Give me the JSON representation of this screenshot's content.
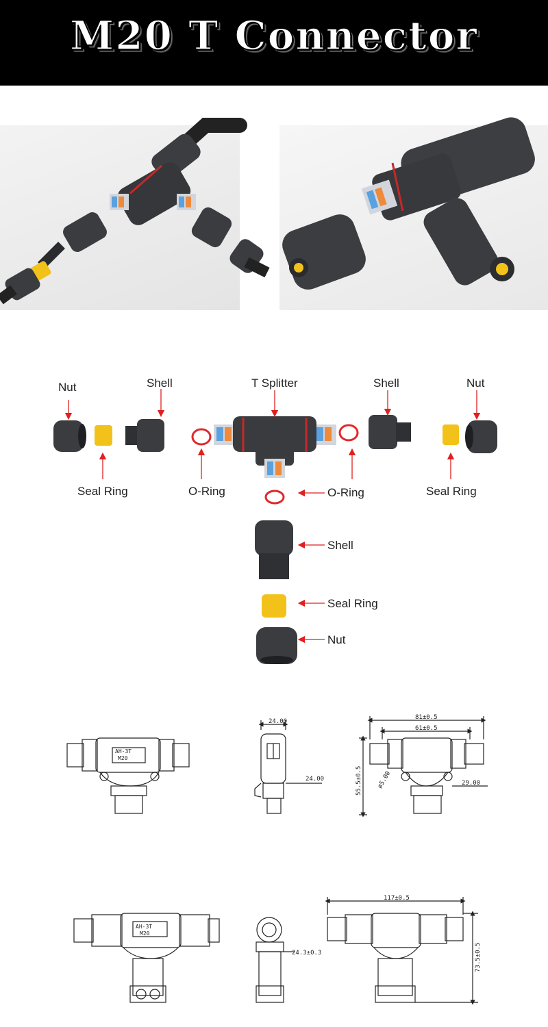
{
  "banner": {
    "title": "M20 T Connector"
  },
  "diagram": {
    "labels": {
      "nut_left": "Nut",
      "shell_left": "Shell",
      "t_splitter": "T Splitter",
      "shell_right": "Shell",
      "nut_right": "Nut",
      "seal_ring_left": "Seal Ring",
      "o_ring_left": "O-Ring",
      "o_ring_bottom": "O-Ring",
      "seal_ring_right": "Seal Ring",
      "shell_bottom": "Shell",
      "seal_ring_bottom": "Seal Ring",
      "nut_bottom": "Nut"
    }
  },
  "drawings": {
    "top_model_label_1": "AH-3T",
    "top_model_label_2": "M20",
    "top_side_width": "24.00",
    "top_side_height": "24.00",
    "top_rear_overall": "81±0.5",
    "top_rear_inner": "61±0.5",
    "top_rear_height": "55.5±0.5",
    "top_rear_hole": "ø5.00",
    "top_rear_stem": "29.00",
    "bottom_model_label_1": "AH-3T",
    "bottom_model_label_2": "M20",
    "bottom_side_width": "24.3±0.3",
    "bottom_rear_overall": "117±0.5",
    "bottom_rear_height": "73.5±0.5"
  },
  "colors": {
    "banner": "#000000",
    "body": "#3a3c40",
    "seal": "#f2c21b",
    "oring": "#e0282b",
    "arrow": "#e02020"
  }
}
